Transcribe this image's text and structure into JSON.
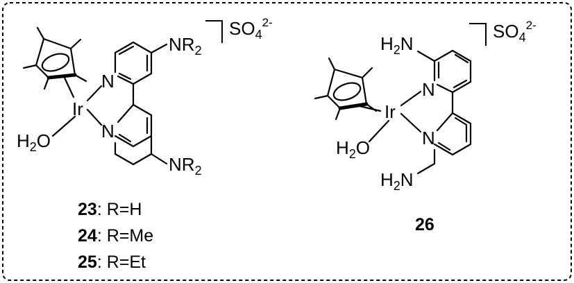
{
  "atoms": {
    "ir": "Ir",
    "n": "N",
    "h2o": {
      "main": "H",
      "sub": "2",
      "tail": "O"
    },
    "nr2": {
      "main": "NR",
      "sub": "2"
    },
    "h2n": {
      "main": "H",
      "sub": "2",
      "tail": "N"
    },
    "sulfate": {
      "main": "SO",
      "sub": "4",
      "sup": "2-"
    }
  },
  "compounds": [
    {
      "id": "23",
      "separator": ": ",
      "text": "R=H"
    },
    {
      "id": "24",
      "separator": ": ",
      "text": "R=Me"
    },
    {
      "id": "25",
      "separator": ": ",
      "text": "R=Et"
    },
    {
      "id": "26"
    }
  ]
}
